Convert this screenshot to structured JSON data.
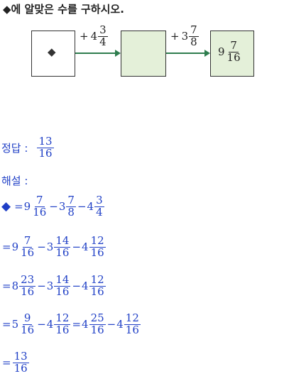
{
  "question": {
    "text": "◆에 알맞은 수를 구하시오."
  },
  "diagram": {
    "box1_symbol": "◆",
    "arrow1": {
      "sign": "+",
      "whole": "4",
      "num": "3",
      "den": "4"
    },
    "arrow2": {
      "sign": "+",
      "whole": "3",
      "num": "7",
      "den": "8"
    },
    "box3": {
      "whole": "9",
      "num": "7",
      "den": "16"
    }
  },
  "answer": {
    "label": "정답 :",
    "num": "13",
    "den": "16"
  },
  "solution": {
    "label": "해설 :",
    "line1": {
      "diamond": "◆",
      "eq": "=",
      "a_whole": "9",
      "a_num": "7",
      "a_den": "16",
      "m1": "−",
      "b_whole": "3",
      "b_num": "7",
      "b_den": "8",
      "m2": "−",
      "c_whole": "4",
      "c_num": "3",
      "c_den": "4"
    },
    "line2": {
      "eq": "=",
      "a_whole": "9",
      "a_num": "7",
      "a_den": "16",
      "m1": "−",
      "b_whole": "3",
      "b_num": "14",
      "b_den": "16",
      "m2": "−",
      "c_whole": "4",
      "c_num": "12",
      "c_den": "16"
    },
    "line3": {
      "eq": "=",
      "a_whole": "8",
      "a_num": "23",
      "a_den": "16",
      "m1": "−",
      "b_whole": "3",
      "b_num": "14",
      "b_den": "16",
      "m2": "−",
      "c_whole": "4",
      "c_num": "12",
      "c_den": "16"
    },
    "line4": {
      "eq": "=",
      "a_whole": "5",
      "a_num": "9",
      "a_den": "16",
      "m1": "−",
      "b_whole": "4",
      "b_num": "12",
      "b_den": "16",
      "eq2": "=",
      "c_whole": "4",
      "c_num": "25",
      "c_den": "16",
      "m2": "−",
      "d_whole": "4",
      "d_num": "12",
      "d_den": "16"
    },
    "line5": {
      "eq": "=",
      "num": "13",
      "den": "16"
    }
  }
}
